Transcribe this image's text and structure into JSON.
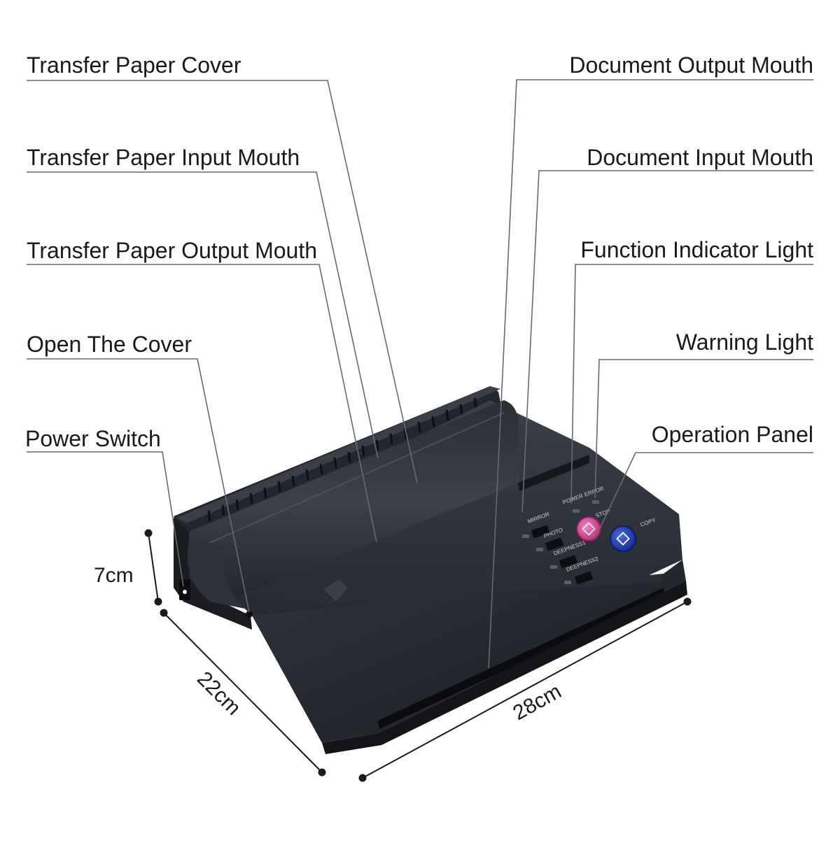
{
  "labels": {
    "transfer_paper_cover": "Transfer Paper Cover",
    "transfer_paper_input_mouth": "Transfer Paper Input Mouth",
    "transfer_paper_output_mouth": "Transfer Paper Output Mouth",
    "open_the_cover": "Open The Cover",
    "power_switch": "Power Switch",
    "document_output_mouth": "Document Output Mouth",
    "document_input_mouth": "Document Input Mouth",
    "function_indicator_light": "Function Indicator Light",
    "warning_light": "Warning Light",
    "operation_panel": "Operation Panel"
  },
  "dimensions": {
    "height": "7cm",
    "depth": "22cm",
    "width": "28cm"
  },
  "panel": {
    "mirror": "MIRROR",
    "photo": "PHOTO",
    "deepness1": "DEEPNESS1",
    "deepness2": "DEEPNESS2",
    "power": "POWER",
    "error": "ERROR",
    "stop": "STOP",
    "copy": "COPY"
  },
  "colors": {
    "body": "#2b2f36",
    "stop_button": "#d9428c",
    "copy_button": "#1f3fb5"
  }
}
